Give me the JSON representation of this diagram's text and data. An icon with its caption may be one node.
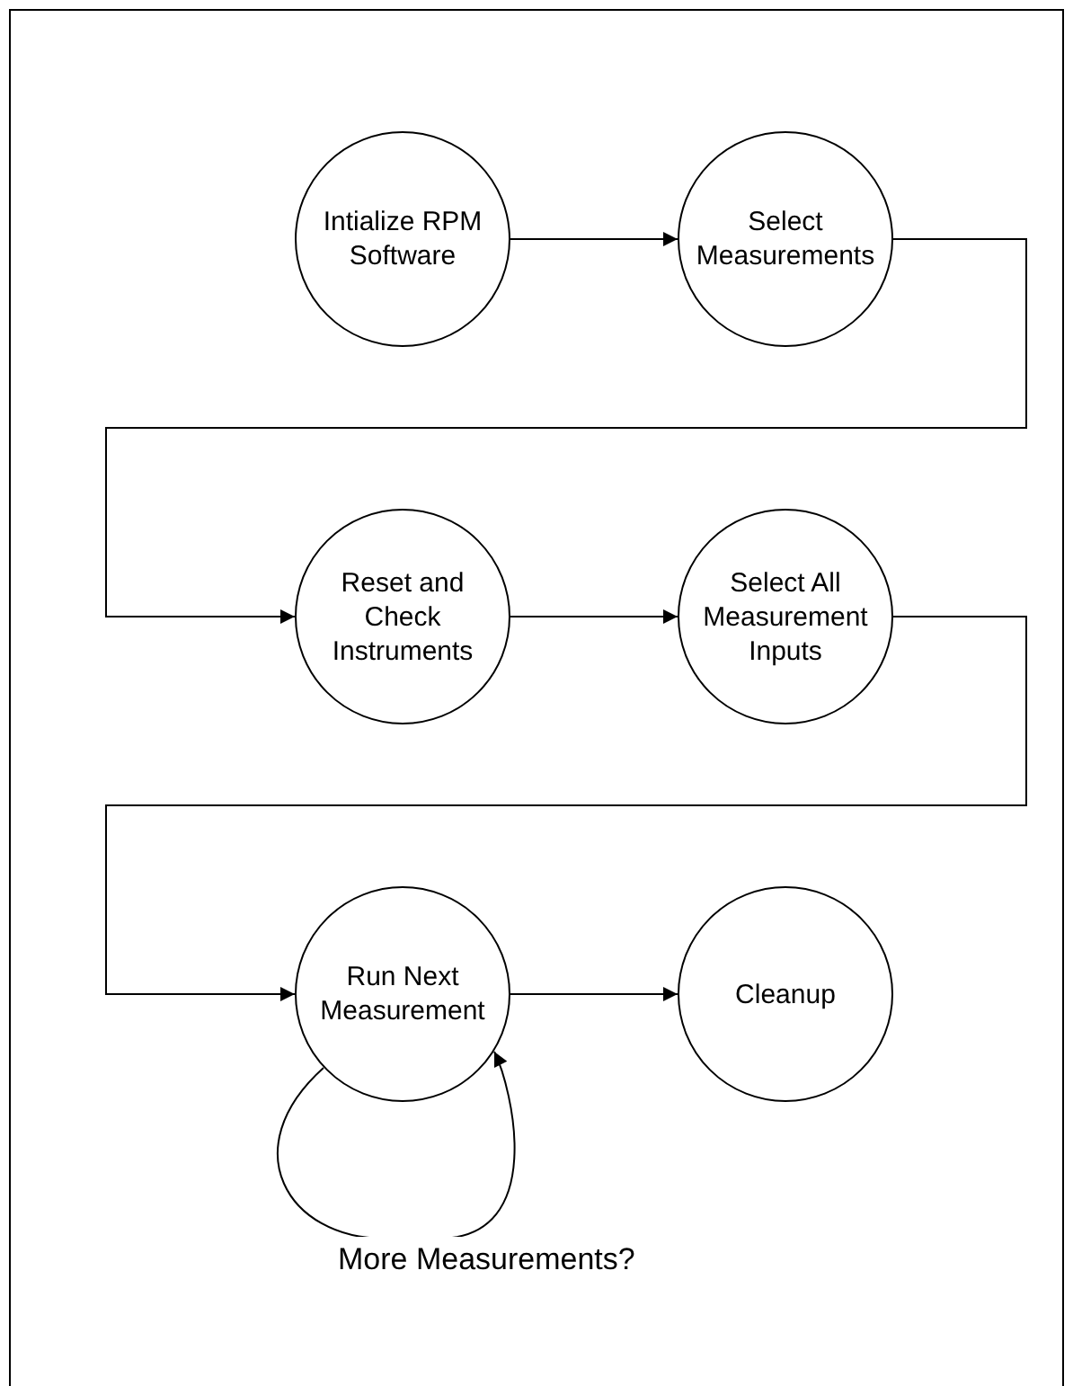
{
  "diagram": {
    "nodes": [
      {
        "text": [
          "Intialize RPM Software"
        ]
      },
      {
        "text": [
          "Select Measurements"
        ]
      },
      {
        "text": [
          "Reset and Check Instruments"
        ]
      },
      {
        "text": [
          "Select All Measurement Inputs"
        ]
      },
      {
        "text": [
          "Run Next Measurement"
        ]
      },
      {
        "text": [
          "Cleanup"
        ]
      }
    ],
    "edges": [
      {
        "from": 0,
        "to": 1,
        "arrow": "to"
      },
      {
        "from": 1,
        "to": 2,
        "arrow": "to"
      },
      {
        "from": 2,
        "to": 3,
        "arrow": "to"
      },
      {
        "from": 3,
        "to": 4,
        "arrow": "to"
      },
      {
        "from": 4,
        "to": 5,
        "arrow": "to"
      },
      {
        "from": 4,
        "to": 4,
        "arrow": "to",
        "label": "More Measurements?"
      }
    ]
  }
}
